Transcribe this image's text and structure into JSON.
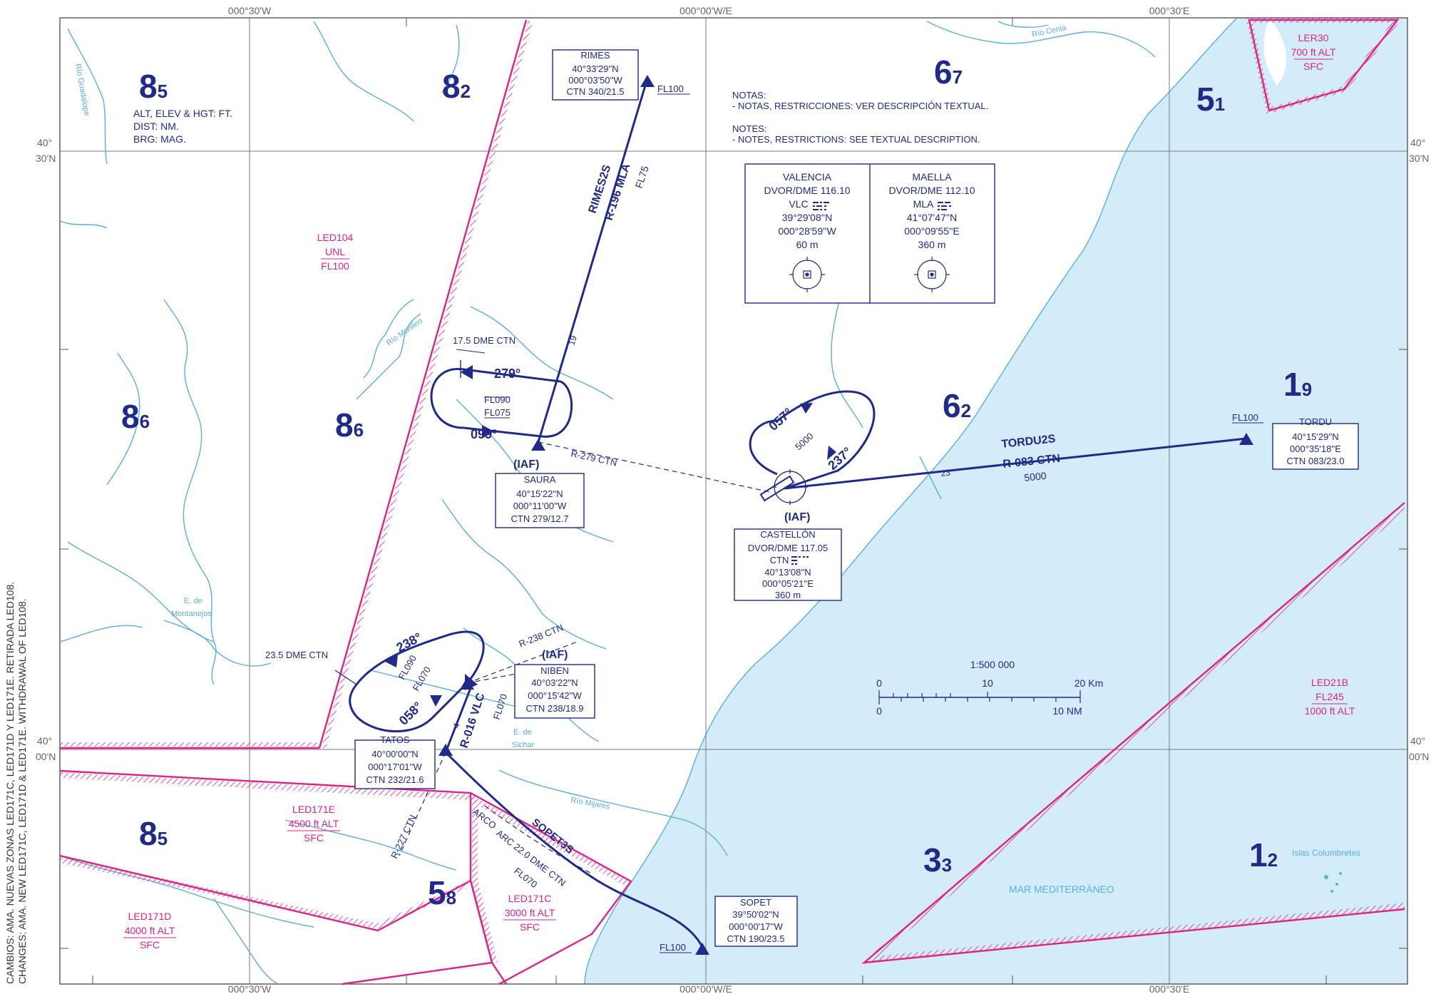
{
  "coordinates": {
    "top_left": "000°30'W",
    "top_center": "000°00'W/E",
    "top_right": "000°30'E",
    "bottom_left": "000°30'W",
    "bottom_center": "000°00'W/E",
    "bottom_right": "000°30'E",
    "left_upper_a": "40°",
    "left_upper_b": "30'N",
    "left_lower_a": "40°",
    "left_lower_b": "00'N",
    "right_upper_a": "40°",
    "right_upper_b": "30'N",
    "right_lower_a": "40°",
    "right_lower_b": "00'N"
  },
  "side_notes": {
    "line1": "CAMBIOS: AMA. NUEVAS ZONAS LED171C, LED171D Y LED171E. RETIRADA LED108.",
    "line2": "CHANGES: AMA. NEW LED171C, LED171D & LED171E. WITHDRAWAL OF LED108."
  },
  "legend": {
    "l1": "ALT, ELEV & HGT: FT.",
    "l2": "DIST: NM.",
    "l3": "BRG: MAG."
  },
  "notes": {
    "es_title": "NOTAS:",
    "es_text": "- NOTAS, RESTRICCIONES: VER DESCRIPCIÓN TEXTUAL.",
    "en_title": "NOTES:",
    "en_text": "- NOTES, RESTRICTIONS: SEE TEXTUAL DESCRIPTION."
  },
  "grid_mora": [
    {
      "big": "8",
      "small": "5"
    },
    {
      "big": "8",
      "small": "2"
    },
    {
      "big": "6",
      "small": "7"
    },
    {
      "big": "5",
      "small": "1"
    },
    {
      "big": "8",
      "small": "6"
    },
    {
      "big": "8",
      "small": "6"
    },
    {
      "big": "6",
      "small": "2"
    },
    {
      "big": "1",
      "small": "9"
    },
    {
      "big": "8",
      "small": "5"
    },
    {
      "big": "5",
      "small": "8"
    },
    {
      "big": "3",
      "small": "3"
    },
    {
      "big": "1",
      "small": "2"
    }
  ],
  "rivers": {
    "guadalope": "Río Guadalope",
    "cenia": "Río Cenia",
    "monlleo": "Río Monlleo",
    "mijares": "Río Mijares",
    "montanejos_a": "E. de",
    "montanejos_b": "Montanejos",
    "sichar_a": "E. de",
    "sichar_b": "Sichar",
    "sea": "MAR MEDITERRÁNEO",
    "islands": "Islas Columbretes"
  },
  "zones": {
    "led104": {
      "name": "LED104",
      "upper": "UNL",
      "lower": "FL100"
    },
    "ler30": {
      "name": "LER30",
      "upper": "700 ft ALT",
      "lower": "SFC"
    },
    "led21b": {
      "name": "LED21B",
      "upper": "FL245",
      "lower": "1000 ft ALT"
    },
    "led171e": {
      "name": "LED171E",
      "upper": "4500 ft ALT",
      "lower": "SFC"
    },
    "led171d": {
      "name": "LED171D",
      "upper": "4000 ft ALT",
      "lower": "SFC"
    },
    "led171c": {
      "name": "LED171C",
      "upper": "3000 ft ALT",
      "lower": "SFC"
    }
  },
  "navaids": {
    "valencia": {
      "name": "VALENCIA",
      "type": "DVOR/DME 116.10",
      "ident": "VLC",
      "lat": "39°29'08''N",
      "lon": "000°28'59''W",
      "elev": "60 m"
    },
    "maella": {
      "name": "MAELLA",
      "type": "DVOR/DME 112.10",
      "ident": "MLA",
      "lat": "41°07'47''N",
      "lon": "000°09'55''E",
      "elev": "360 m"
    },
    "castellon": {
      "name": "CASTELLÓN",
      "type": "DVOR/DME 117.05",
      "ident": "CTN",
      "lat": "40°13'08''N",
      "lon": "000°05'21''E",
      "elev": "360 m"
    }
  },
  "waypoints": {
    "rimes": {
      "name": "RIMES",
      "lat": "40°33'29''N",
      "lon": "000°03'50''W",
      "ctn": "CTN 340/21.5",
      "fl": "FL100"
    },
    "saura": {
      "iaf": "(IAF)",
      "name": "SAURA",
      "lat": "40°15'22''N",
      "lon": "000°11'00''W",
      "ctn": "CTN 279/12.7"
    },
    "tordu": {
      "name": "TORDU",
      "lat": "40°15'29''N",
      "lon": "000°35'18''E",
      "ctn": "CTN 083/23.0",
      "fl": "FL100"
    },
    "niben": {
      "iaf": "(IAF)",
      "name": "NIBEN",
      "lat": "40°03'22''N",
      "lon": "000°15'42''W",
      "ctn": "CTN 238/18.9"
    },
    "tatos": {
      "name": "TATOS",
      "lat": "40°00'00''N",
      "lon": "000°17'01''W",
      "ctn": "CTN 232/21.6"
    },
    "sopet": {
      "name": "SOPET",
      "lat": "39°50'02''N",
      "lon": "000°00'17''W",
      "ctn": "CTN 190/23.5",
      "fl": "FL100"
    },
    "castellon_iaf": "(IAF)"
  },
  "routes": {
    "rimes2s": {
      "name": "RIMES2S",
      "radial": "R-196 MLA",
      "alt": "FL75",
      "dist": "19"
    },
    "tordu2s": {
      "name": "TORDU2S",
      "radial": "R-083 CTN",
      "alt": "5000",
      "dist": "23"
    },
    "r016": {
      "radial": "R-016 VLC",
      "alt": "FL070",
      "dist": "4"
    },
    "sopet3s": {
      "name": "SOPET3S",
      "arc": "ARC 22.0 DME CTN",
      "arc2": "ARCO",
      "alt": "FL070"
    },
    "r279": "R-279 CTN",
    "r238": "R-238 CTN",
    "r227": "R-227 CTN"
  },
  "holdings": {
    "saura": {
      "dme": "17.5 DME CTN",
      "out": "279°",
      "in": "099°",
      "upper": "FL090",
      "lower": "FL075"
    },
    "castellon": {
      "out": "057°",
      "in": "237°",
      "alt": "5000"
    },
    "niben": {
      "dme": "23.5 DME CTN",
      "out": "238°",
      "in": "058°",
      "upper": "FL090",
      "lower": "FL070"
    }
  },
  "scale": {
    "ratio": "1:500 000",
    "km0": "0",
    "km10": "10",
    "km20": "20 Km",
    "nm0": "0",
    "nm10": "10 NM"
  },
  "colors": {
    "sea": "#d2ecfa",
    "navy": "#1f2a8a",
    "magenta": "#e0218a",
    "river": "#5aaee0"
  }
}
